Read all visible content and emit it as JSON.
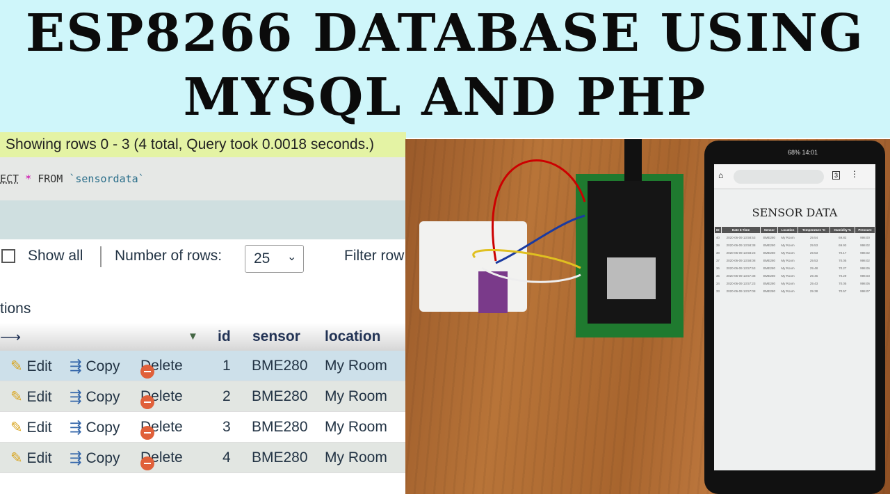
{
  "title": {
    "line1": "ESP8266 DATABASE USING",
    "line2": "MYSQL AND PHP"
  },
  "phpmyadmin": {
    "success_message": "Showing rows 0 - 3 (4 total, Query took 0.0018 seconds.)",
    "sql": {
      "keyword": "ECT",
      "star": "*",
      "from": "FROM",
      "table": "`sensordata`"
    },
    "show_all_label": "Show all",
    "rows_label": "Number of rows:",
    "rows_value": "25",
    "filter_label": "Filter row",
    "options_label": "tions",
    "columns": [
      "id",
      "sensor",
      "location"
    ],
    "actions": {
      "edit": "Edit",
      "copy": "Copy",
      "delete": "Delete"
    },
    "rows": [
      {
        "id": "1",
        "sensor": "BME280",
        "location": "My Room"
      },
      {
        "id": "2",
        "sensor": "BME280",
        "location": "My Room"
      },
      {
        "id": "3",
        "sensor": "BME280",
        "location": "My Room"
      },
      {
        "id": "4",
        "sensor": "BME280",
        "location": "My Room"
      }
    ]
  },
  "phone": {
    "status": "68% 14:01",
    "tabs_count": "3",
    "page_title": "SENSOR DATA",
    "columns": [
      "ID",
      "Date $ Time",
      "Sensor",
      "Location",
      "Temperature °C",
      "Humidity %",
      "Pressure"
    ],
    "rows": [
      [
        "40",
        "2020-06-09 13:58:53",
        "BME280",
        "My Room",
        "29.54",
        "69.82",
        "998.00"
      ],
      [
        "39",
        "2020-06-09 13:58:38",
        "BME280",
        "My Room",
        "29.53",
        "69.93",
        "998.02"
      ],
      [
        "38",
        "2020-06-09 13:58:23",
        "BME280",
        "My Room",
        "29.53",
        "70.17",
        "998.02"
      ],
      [
        "37",
        "2020-06-09 13:58:08",
        "BME280",
        "My Room",
        "29.53",
        "70.05",
        "998.02"
      ],
      [
        "36",
        "2020-06-09 13:57:53",
        "BME280",
        "My Room",
        "29.48",
        "70.27",
        "998.06"
      ],
      [
        "35",
        "2020-06-09 13:57:38",
        "BME280",
        "My Room",
        "29.46",
        "70.29",
        "998.03"
      ],
      [
        "34",
        "2020-06-09 13:57:23",
        "BME280",
        "My Room",
        "29.43",
        "70.05",
        "998.06"
      ],
      [
        "33",
        "2020-06-09 13:57:08",
        "BME280",
        "My Room",
        "29.38",
        "70.57",
        "998.07"
      ]
    ]
  }
}
